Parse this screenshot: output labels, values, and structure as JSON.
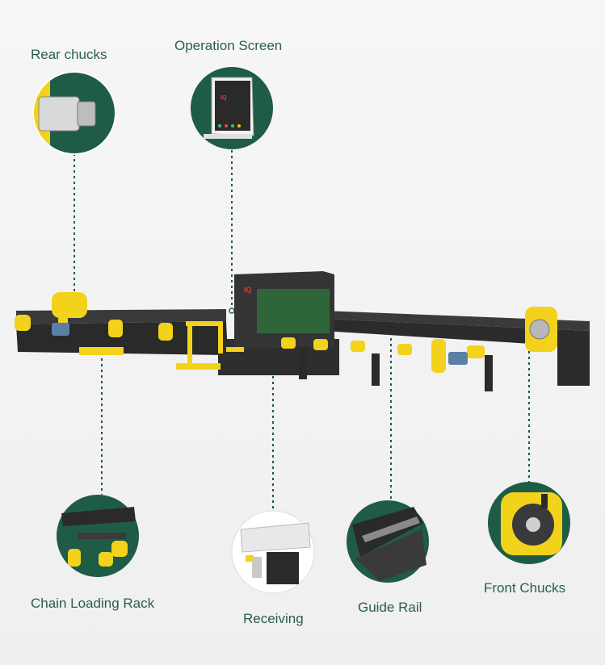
{
  "callouts": {
    "rear_chucks": "Rear chucks",
    "operation_screen": "Operation Screen",
    "chain_loading_rack": "Chain Loading Rack",
    "receiving": "Receiving",
    "guide_rail": "Guide Rail",
    "front_chucks": "Front Chucks"
  },
  "colors": {
    "accent_green": "#1f5c45",
    "machine_yellow": "#f2d21b",
    "machine_black": "#2a2a2a",
    "label_text": "#2b5e48"
  },
  "screen_logo": "IQ"
}
